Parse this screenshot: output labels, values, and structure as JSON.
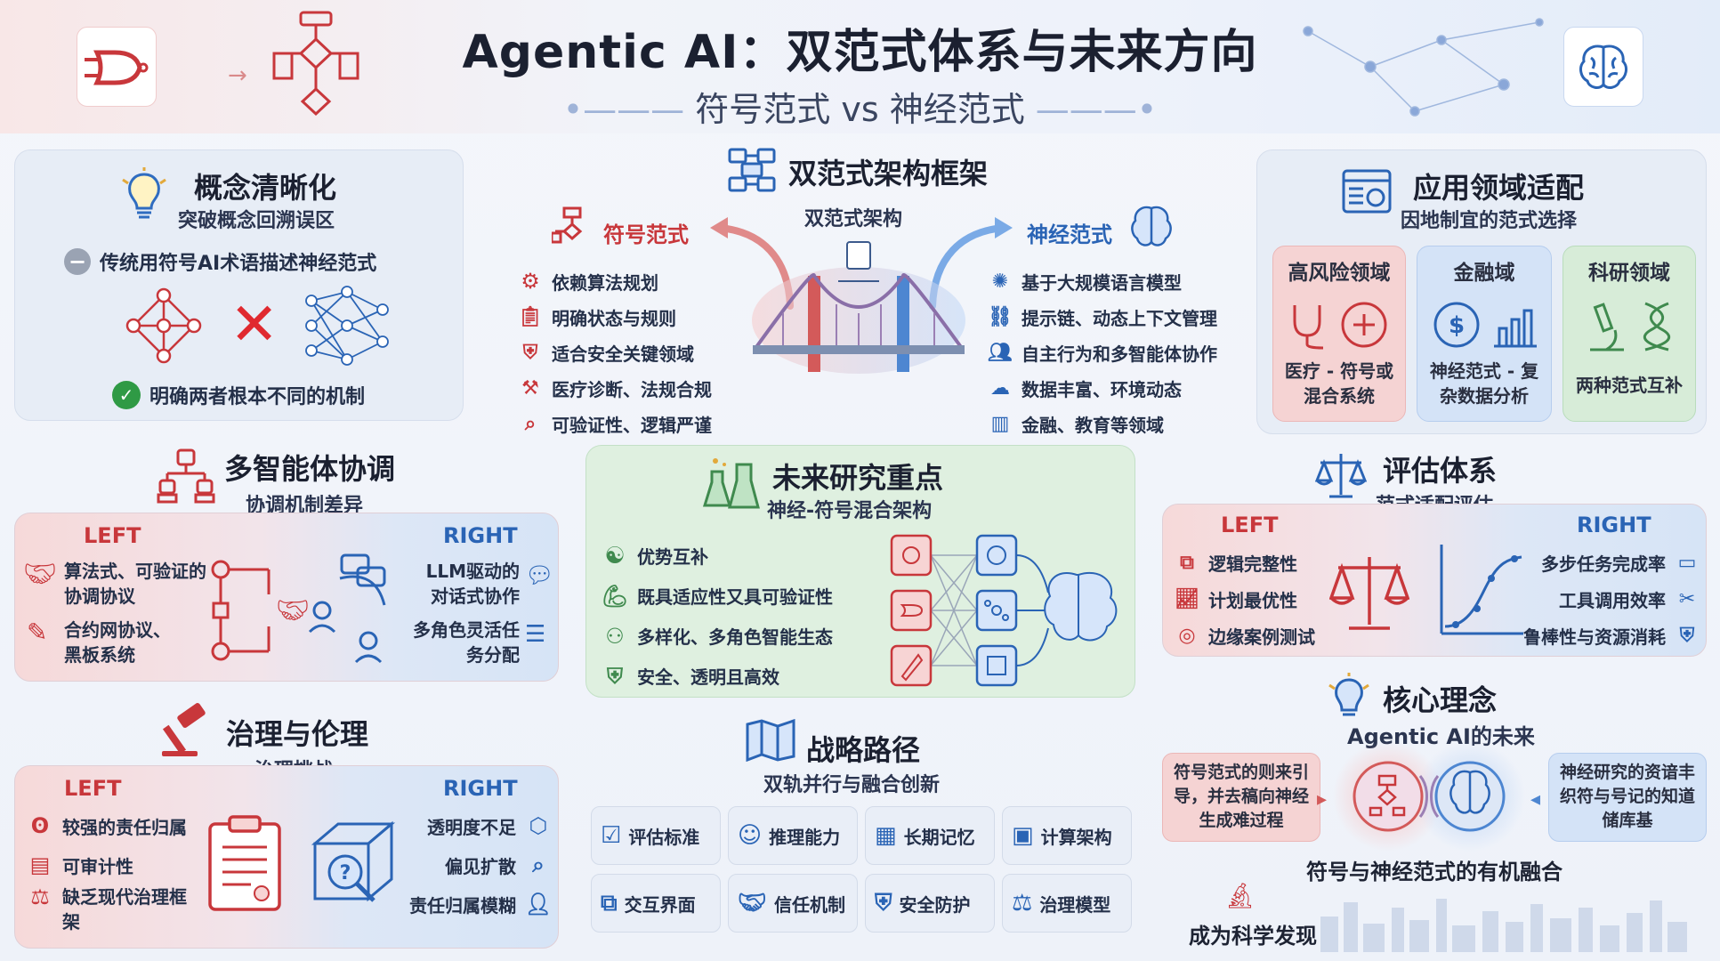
{
  "header": {
    "title": "Agentic AI：双范式体系与未来方向",
    "subtitle": "符号范式 vs 神经范式"
  },
  "concept": {
    "title": "概念清晰化",
    "subtitle": "突破概念回溯误区",
    "wrong": "传统用符号AI术语描述神经范式",
    "right": "明确两者根本不同的机制"
  },
  "framework": {
    "title": "双范式架构框架",
    "center_label": "双范式架构",
    "symbolic": {
      "title": "符号范式",
      "items": [
        "依赖算法规划",
        "明确状态与规则",
        "适合安全关键领域",
        "医疗诊断、法规合规",
        "可验证性、逻辑严谨"
      ]
    },
    "neural": {
      "title": "神经范式",
      "items": [
        "基于大规模语言模型",
        "提示链、动态上下文管理",
        "自主行为和多智能体协作",
        "数据丰富、环境动态",
        "金融、教育等领域"
      ]
    }
  },
  "application": {
    "title": "应用领域适配",
    "subtitle": "因地制宜的范式选择",
    "domains": [
      {
        "title": "高风险领域",
        "desc": "医疗 - 符号或混合系统"
      },
      {
        "title": "金融域",
        "desc": "神经范式 - 复杂数据分析"
      },
      {
        "title": "科研领域",
        "desc": "两种范式互补"
      }
    ]
  },
  "multiagent": {
    "title": "多智能体协调",
    "subtitle": "协调机制差异",
    "left_tag": "LEFT",
    "right_tag": "RIGHT",
    "left_items": [
      "算法式、可验证的协调协议",
      "合约网协议、黑板系统"
    ],
    "right_items": [
      "LLM驱动的对话式协作",
      "多角色灵活任务分配"
    ]
  },
  "future": {
    "title": "未来研究重点",
    "subtitle": "神经-符号混合架构",
    "items": [
      "优势互补",
      "既具适应性又具可验证性",
      "多样化、多角色智能生态",
      "安全、透明且高效"
    ]
  },
  "evaluation": {
    "title": "评估体系",
    "subtitle": "范式适配评估",
    "left_tag": "LEFT",
    "right_tag": "RIGHT",
    "left_items": [
      "逻辑完整性",
      "计划最优性",
      "边缘案例测试"
    ],
    "right_items": [
      "多步任务完成率",
      "工具调用效率",
      "鲁棒性与资源消耗"
    ]
  },
  "governance": {
    "title": "治理与伦理",
    "subtitle": "治理挑战",
    "left_tag": "LEFT",
    "right_tag": "RIGHT",
    "left_items": [
      "较强的责任归属",
      "可审计性",
      "缺乏现代治理框架"
    ],
    "right_items": [
      "透明度不足",
      "偏见扩散",
      "责任归属模糊"
    ]
  },
  "strategy": {
    "title": "战略路径",
    "subtitle": "双轨并行与融合创新",
    "tiles": [
      "评估标准",
      "推理能力",
      "长期记忆",
      "计算架构",
      "交互界面",
      "信任机制",
      "安全防护",
      "治理模型"
    ]
  },
  "core": {
    "title": "核心理念",
    "subtitle": "Agentic AI的未来",
    "left_box": "符号范式的则来引导，并去稿向神经生成难过程",
    "right_box": "神经研究的资谙丰织符与号记的知道储库基",
    "fusion": "符号与神经范式的有机融合",
    "bottom": "成为科学发现"
  },
  "colors": {
    "red": "#c8373b",
    "blue": "#2a64b5",
    "green": "#3f8a4e"
  }
}
